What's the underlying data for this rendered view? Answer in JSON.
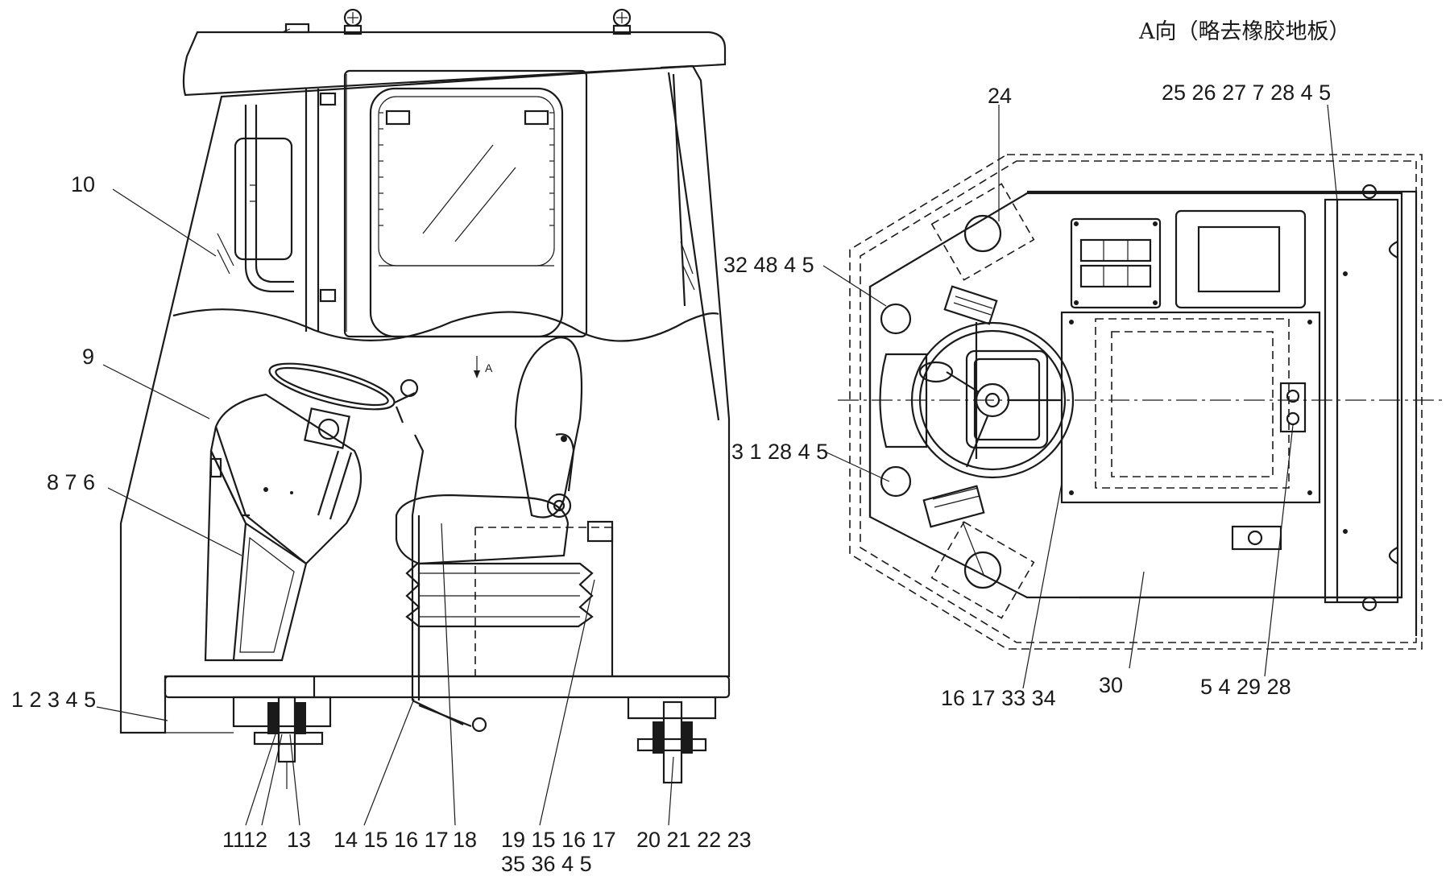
{
  "view_title": "A向（略去橡胶地板）",
  "view_marker": "A",
  "side_view_callouts": [
    {
      "id": "c10",
      "text": "10"
    },
    {
      "id": "c9",
      "text": "9"
    },
    {
      "id": "c876",
      "text": "8 7 6"
    },
    {
      "id": "c12345",
      "text": "1 2 3 4 5"
    },
    {
      "id": "c1112",
      "text": "1112"
    },
    {
      "id": "c13",
      "text": "13"
    },
    {
      "id": "c14",
      "text": "14 15 16 17"
    },
    {
      "id": "c18",
      "text": "18"
    },
    {
      "id": "c19",
      "text": "19 15 16 17"
    },
    {
      "id": "c35",
      "text": "35 36 4 5"
    },
    {
      "id": "c20",
      "text": "20 21 22 23"
    }
  ],
  "plan_view_callouts": [
    {
      "id": "c24",
      "text": "24"
    },
    {
      "id": "c25",
      "text": "25 26 27 7 28 4 5"
    },
    {
      "id": "c32",
      "text": "32 48 4 5"
    },
    {
      "id": "c31",
      "text": "3 1 28 4 5"
    },
    {
      "id": "c16",
      "text": "16 17 33 34"
    },
    {
      "id": "c30",
      "text": "30"
    },
    {
      "id": "c54",
      "text": "5 4 29 28"
    }
  ]
}
